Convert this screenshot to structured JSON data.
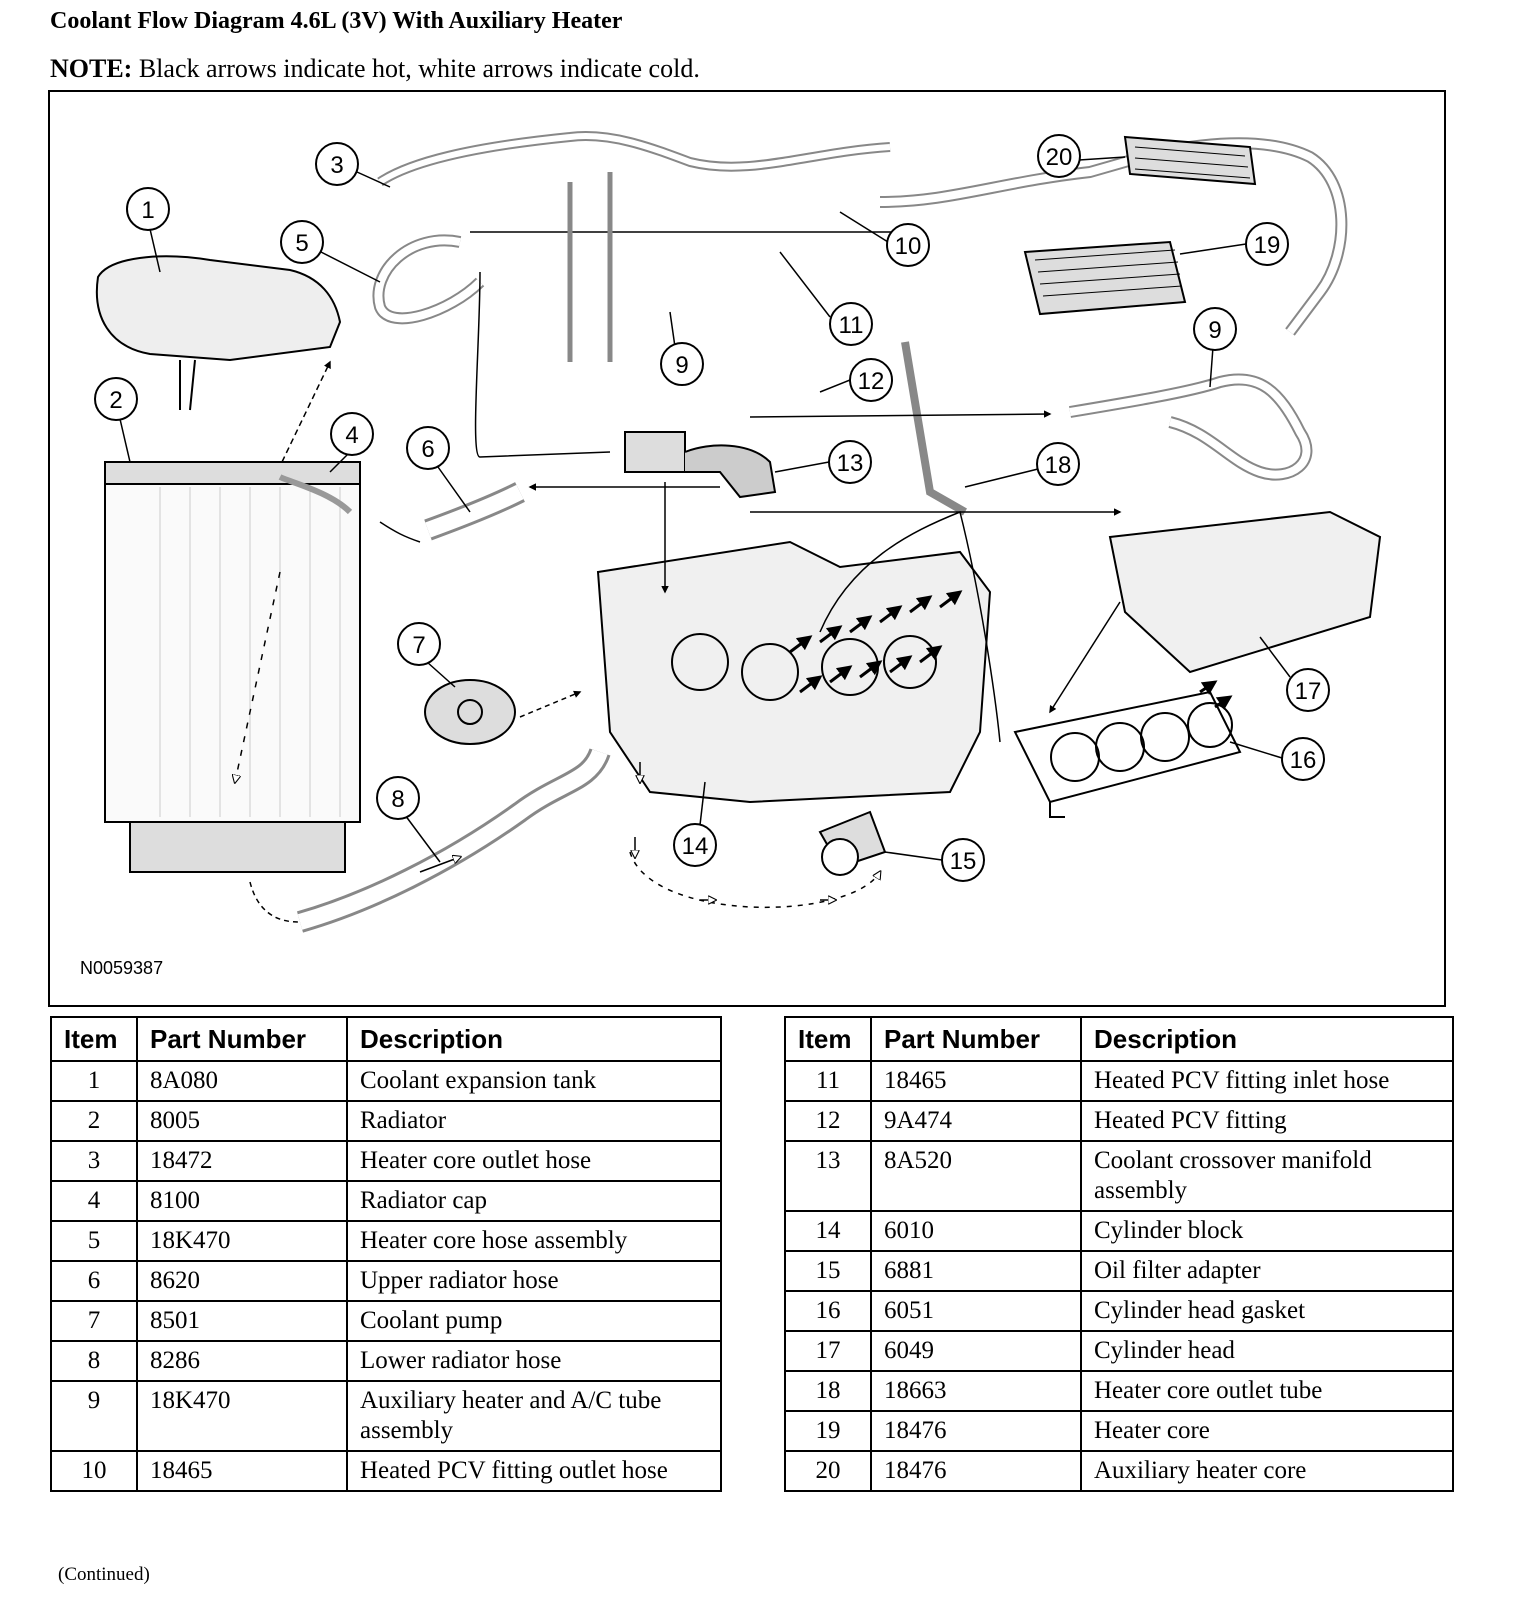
{
  "title": "Coolant Flow Diagram 4.6L (3V) With Auxiliary Heater",
  "note": {
    "label": "NOTE:",
    "text": "Black arrows indicate hot, white arrows indicate cold."
  },
  "figure_id": "N0059387",
  "callouts": [
    "1",
    "2",
    "3",
    "4",
    "5",
    "6",
    "7",
    "8",
    "9",
    "9",
    "10",
    "11",
    "12",
    "13",
    "14",
    "15",
    "16",
    "17",
    "18",
    "19",
    "20"
  ],
  "table_headers": {
    "item": "Item",
    "part_number": "Part Number",
    "description": "Description"
  },
  "table_left": [
    {
      "item": "1",
      "part": "8A080",
      "desc": "Coolant expansion tank"
    },
    {
      "item": "2",
      "part": "8005",
      "desc": "Radiator"
    },
    {
      "item": "3",
      "part": "18472",
      "desc": "Heater core outlet hose"
    },
    {
      "item": "4",
      "part": "8100",
      "desc": "Radiator cap"
    },
    {
      "item": "5",
      "part": "18K470",
      "desc": "Heater core hose assembly"
    },
    {
      "item": "6",
      "part": "8620",
      "desc": "Upper radiator hose"
    },
    {
      "item": "7",
      "part": "8501",
      "desc": "Coolant pump"
    },
    {
      "item": "8",
      "part": "8286",
      "desc": "Lower radiator hose"
    },
    {
      "item": "9",
      "part": "18K470",
      "desc": "Auxiliary heater and A/C tube assembly"
    },
    {
      "item": "10",
      "part": "18465",
      "desc": "Heated PCV fitting outlet hose"
    }
  ],
  "table_right": [
    {
      "item": "11",
      "part": "18465",
      "desc": "Heated PCV fitting inlet hose"
    },
    {
      "item": "12",
      "part": "9A474",
      "desc": "Heated PCV fitting"
    },
    {
      "item": "13",
      "part": "8A520",
      "desc": "Coolant crossover manifold assembly"
    },
    {
      "item": "14",
      "part": "6010",
      "desc": "Cylinder block"
    },
    {
      "item": "15",
      "part": "6881",
      "desc": "Oil filter adapter"
    },
    {
      "item": "16",
      "part": "6051",
      "desc": "Cylinder head gasket"
    },
    {
      "item": "17",
      "part": "6049",
      "desc": "Cylinder head"
    },
    {
      "item": "18",
      "part": "18663",
      "desc": "Heater core outlet tube"
    },
    {
      "item": "19",
      "part": "18476",
      "desc": "Heater core"
    },
    {
      "item": "20",
      "part": "18476",
      "desc": "Auxiliary heater core"
    }
  ],
  "continued": "(Continued)"
}
